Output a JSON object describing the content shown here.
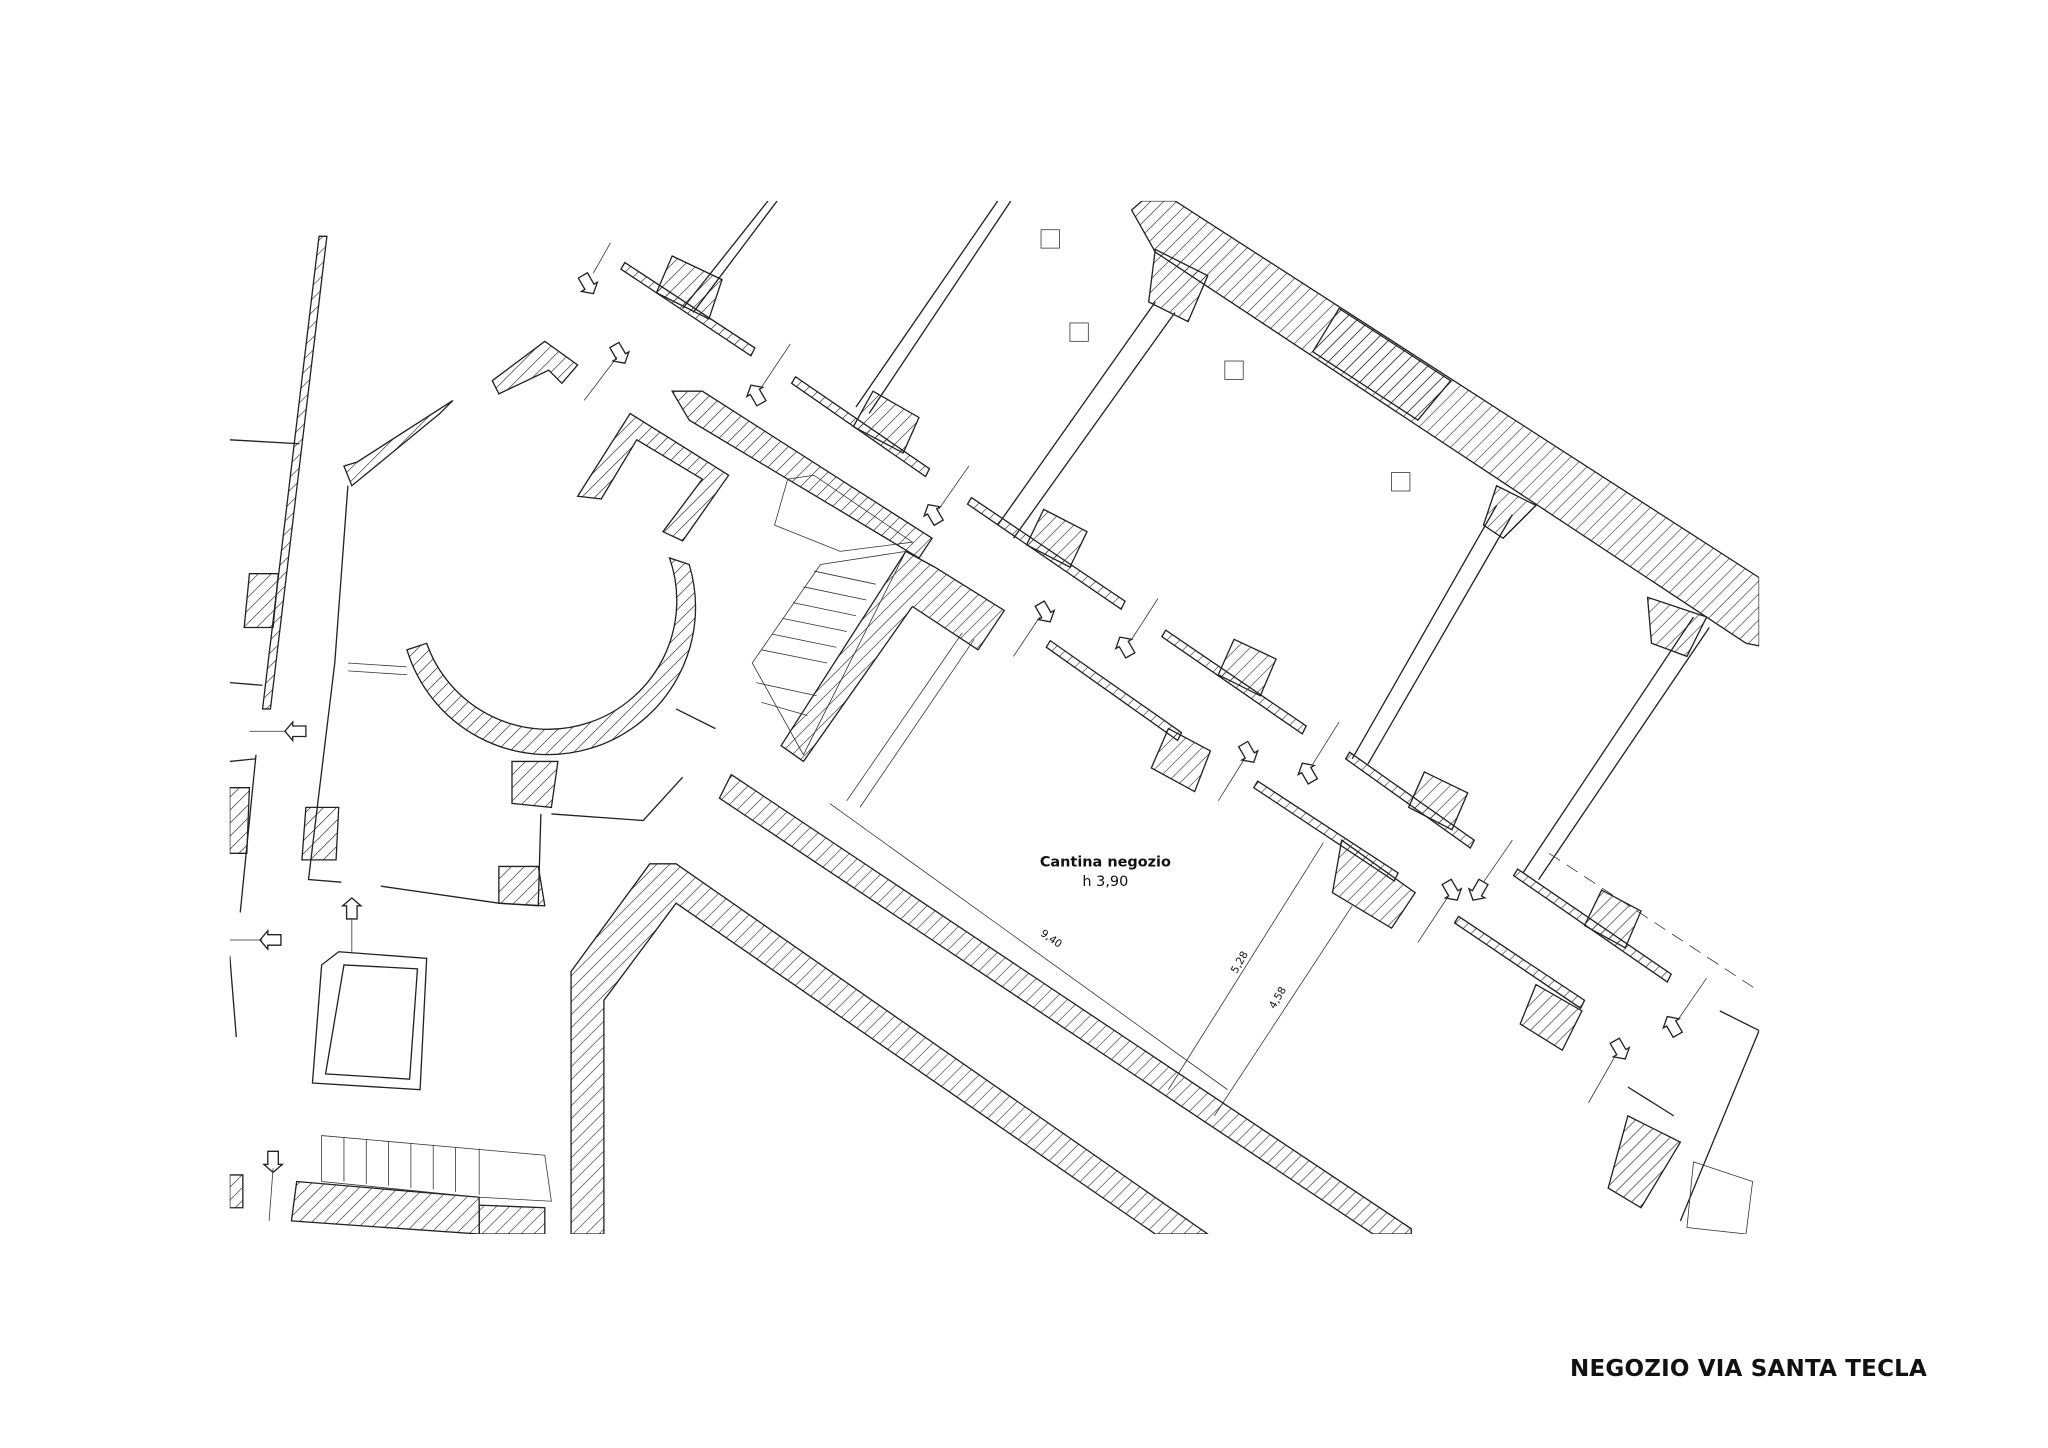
{
  "drawing": {
    "room_name": "Cantina negozio",
    "room_height": "h 3,90",
    "dimensions": [
      "9,40",
      "5,28",
      "4,58"
    ]
  },
  "title": "NEGOZIO VIA SANTA TECLA",
  "colors": {
    "line": "#222222",
    "background": "#ffffff"
  },
  "icons": [
    "section-arrow-icon"
  ]
}
